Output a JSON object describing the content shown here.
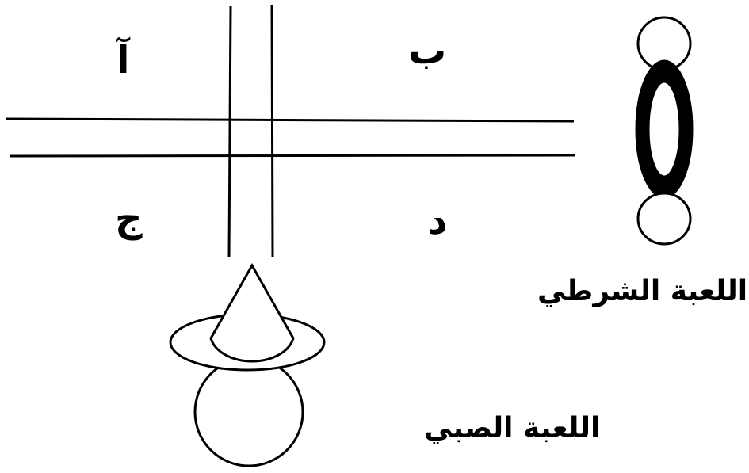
{
  "labels": {
    "quadrant_a": "آ",
    "quadrant_b": "ب",
    "quadrant_c": "ج",
    "quadrant_d": "د"
  },
  "figures": {
    "policeman_toy": "اللعبة الشرطي",
    "boy_toy": "اللعبة الصبي"
  },
  "colors": {
    "ink": "#000000",
    "background": "#ffffff"
  }
}
